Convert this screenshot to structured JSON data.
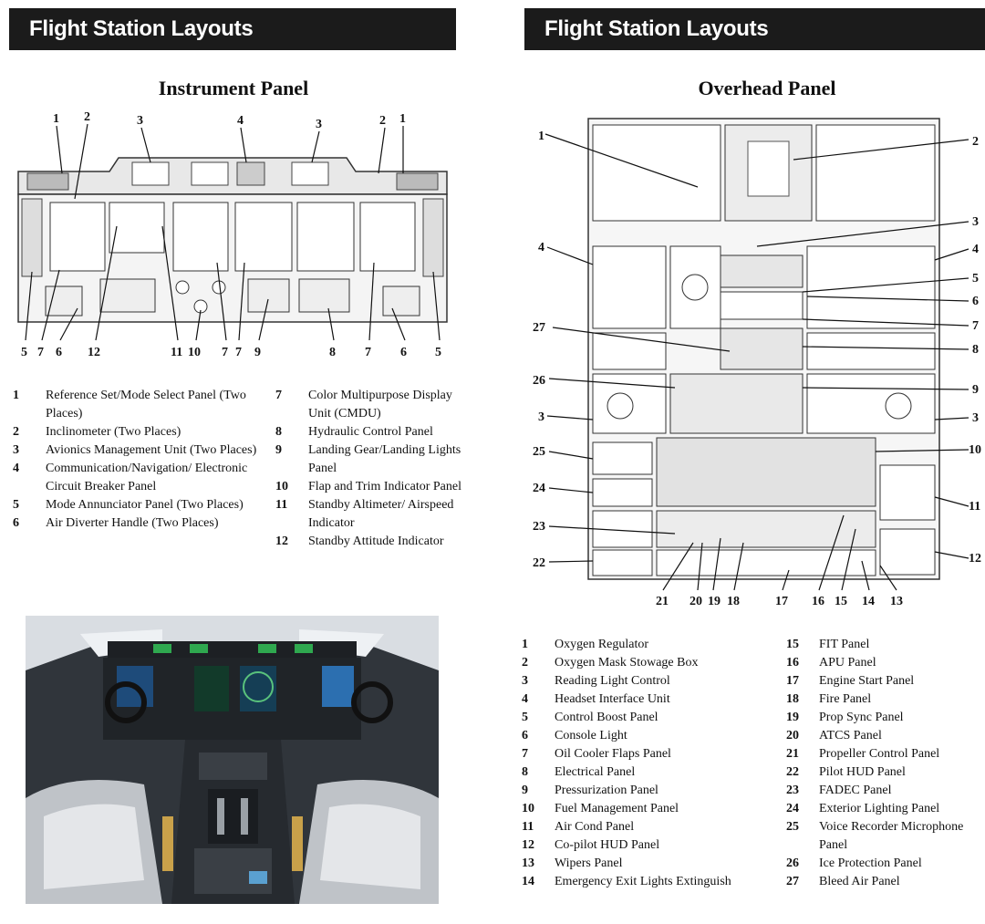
{
  "header_left": "Flight Station Layouts",
  "header_right": "Flight Station Layouts",
  "instrument_title": "Instrument Panel",
  "overhead_title": "Overhead Panel",
  "instrument_callouts_top": [
    "1",
    "2",
    "3",
    "4",
    "3",
    "2",
    "1"
  ],
  "instrument_callouts_bottom": [
    "5",
    "7",
    "6",
    "12",
    "11",
    "10",
    "7",
    "7",
    "9",
    "8",
    "7",
    "6",
    "5"
  ],
  "instrument_legend_left": [
    {
      "num": "1",
      "text": "Reference Set/Mode Select Panel (Two Places)"
    },
    {
      "num": "2",
      "text": "Inclinometer (Two Places)"
    },
    {
      "num": "3",
      "text": "Avionics Management Unit (Two Places)"
    },
    {
      "num": "4",
      "text": "Communication/Navigation/ Electronic Circuit Breaker Panel"
    },
    {
      "num": "5",
      "text": "Mode Annunciator Panel (Two Places)"
    },
    {
      "num": "6",
      "text": "Air Diverter Handle (Two Places)"
    }
  ],
  "instrument_legend_right": [
    {
      "num": "7",
      "text": "Color Multipurpose Display Unit (CMDU)"
    },
    {
      "num": "8",
      "text": "Hydraulic Control Panel"
    },
    {
      "num": "9",
      "text": "Landing Gear/Landing Lights Panel"
    },
    {
      "num": "10",
      "text": "Flap and Trim Indicator Panel"
    },
    {
      "num": "11",
      "text": "Standby Altimeter/ Airspeed Indicator"
    },
    {
      "num": "12",
      "text": "Standby Attitude Indicator"
    }
  ],
  "overhead_callouts_left": [
    "1",
    "4",
    "27",
    "26",
    "3",
    "25",
    "24",
    "23",
    "22"
  ],
  "overhead_callouts_right": [
    "2",
    "3",
    "4",
    "5",
    "6",
    "7",
    "8",
    "9",
    "3",
    "10",
    "11",
    "12"
  ],
  "overhead_callouts_bottom": [
    "21",
    "20",
    "19",
    "18",
    "17",
    "16",
    "15",
    "14",
    "13"
  ],
  "overhead_legend_left": [
    {
      "num": "1",
      "text": "Oxygen Regulator"
    },
    {
      "num": "2",
      "text": "Oxygen Mask Stowage Box"
    },
    {
      "num": "3",
      "text": "Reading Light Control"
    },
    {
      "num": "4",
      "text": "Headset Interface Unit"
    },
    {
      "num": "5",
      "text": "Control Boost Panel"
    },
    {
      "num": "6",
      "text": "Console Light"
    },
    {
      "num": "7",
      "text": "Oil Cooler Flaps Panel"
    },
    {
      "num": "8",
      "text": "Electrical Panel"
    },
    {
      "num": "9",
      "text": "Pressurization Panel"
    },
    {
      "num": "10",
      "text": "Fuel Management Panel"
    },
    {
      "num": "11",
      "text": "Air Cond Panel"
    },
    {
      "num": "12",
      "text": "Co-pilot HUD Panel"
    },
    {
      "num": "13",
      "text": "Wipers Panel"
    },
    {
      "num": "14",
      "text": "Emergency Exit Lights Extinguish"
    }
  ],
  "overhead_legend_right": [
    {
      "num": "15",
      "text": "FIT Panel"
    },
    {
      "num": "16",
      "text": "APU Panel"
    },
    {
      "num": "17",
      "text": "Engine Start Panel"
    },
    {
      "num": "18",
      "text": "Fire Panel"
    },
    {
      "num": "19",
      "text": "Prop Sync Panel"
    },
    {
      "num": "20",
      "text": "ATCS Panel"
    },
    {
      "num": "21",
      "text": "Propeller Control Panel"
    },
    {
      "num": "22",
      "text": "Pilot HUD Panel"
    },
    {
      "num": "23",
      "text": "FADEC Panel"
    },
    {
      "num": "24",
      "text": "Exterior Lighting Panel"
    },
    {
      "num": "25",
      "text": "Voice Recorder Microphone Panel"
    },
    {
      "num": "26",
      "text": "Ice Protection Panel"
    },
    {
      "num": "27",
      "text": "Bleed Air Panel"
    }
  ]
}
